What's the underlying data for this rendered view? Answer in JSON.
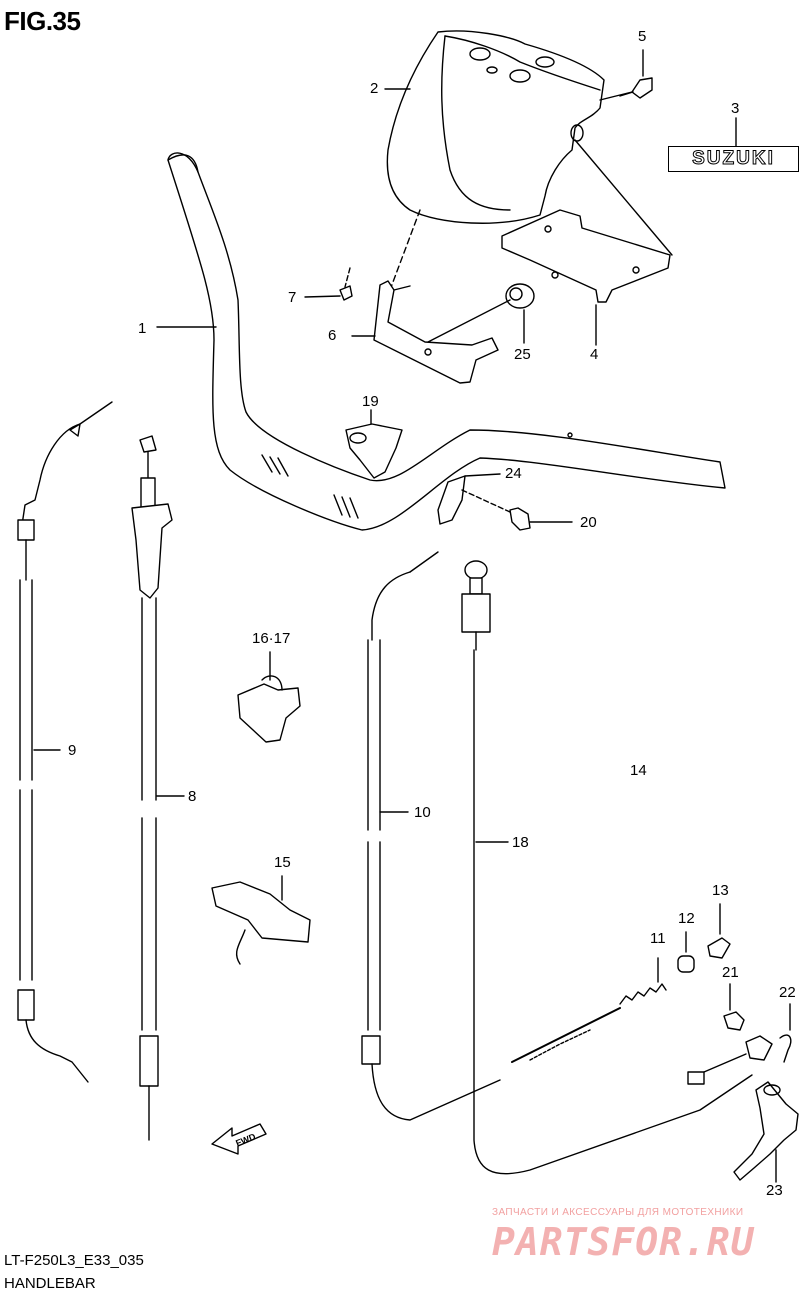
{
  "figure": {
    "title": "FIG.35",
    "code": "LT-F250L3_E33_035",
    "caption": "HANDLEBAR"
  },
  "badge_text": "SUZUKI",
  "fwd_label": "FWD",
  "callouts": {
    "c1": "1",
    "c2": "2",
    "c3": "3",
    "c4": "4",
    "c5": "5",
    "c6": "6",
    "c7": "7",
    "c8": "8",
    "c9": "9",
    "c10": "10",
    "c11": "11",
    "c12": "12",
    "c13": "13",
    "c14": "14",
    "c15": "15",
    "c1617": "16·17",
    "c18": "18",
    "c19": "19",
    "c20": "20",
    "c21": "21",
    "c22": "22",
    "c23": "23",
    "c24": "24",
    "c25": "25"
  },
  "watermark": {
    "line1": "ЗАПЧАСТИ И АКСЕССУАРЫ ДЛЯ МОТОТЕХНИКИ",
    "logo": "PARTSFOR.RU"
  },
  "colors": {
    "line": "#000000",
    "watermark": "#f3b1b1"
  }
}
